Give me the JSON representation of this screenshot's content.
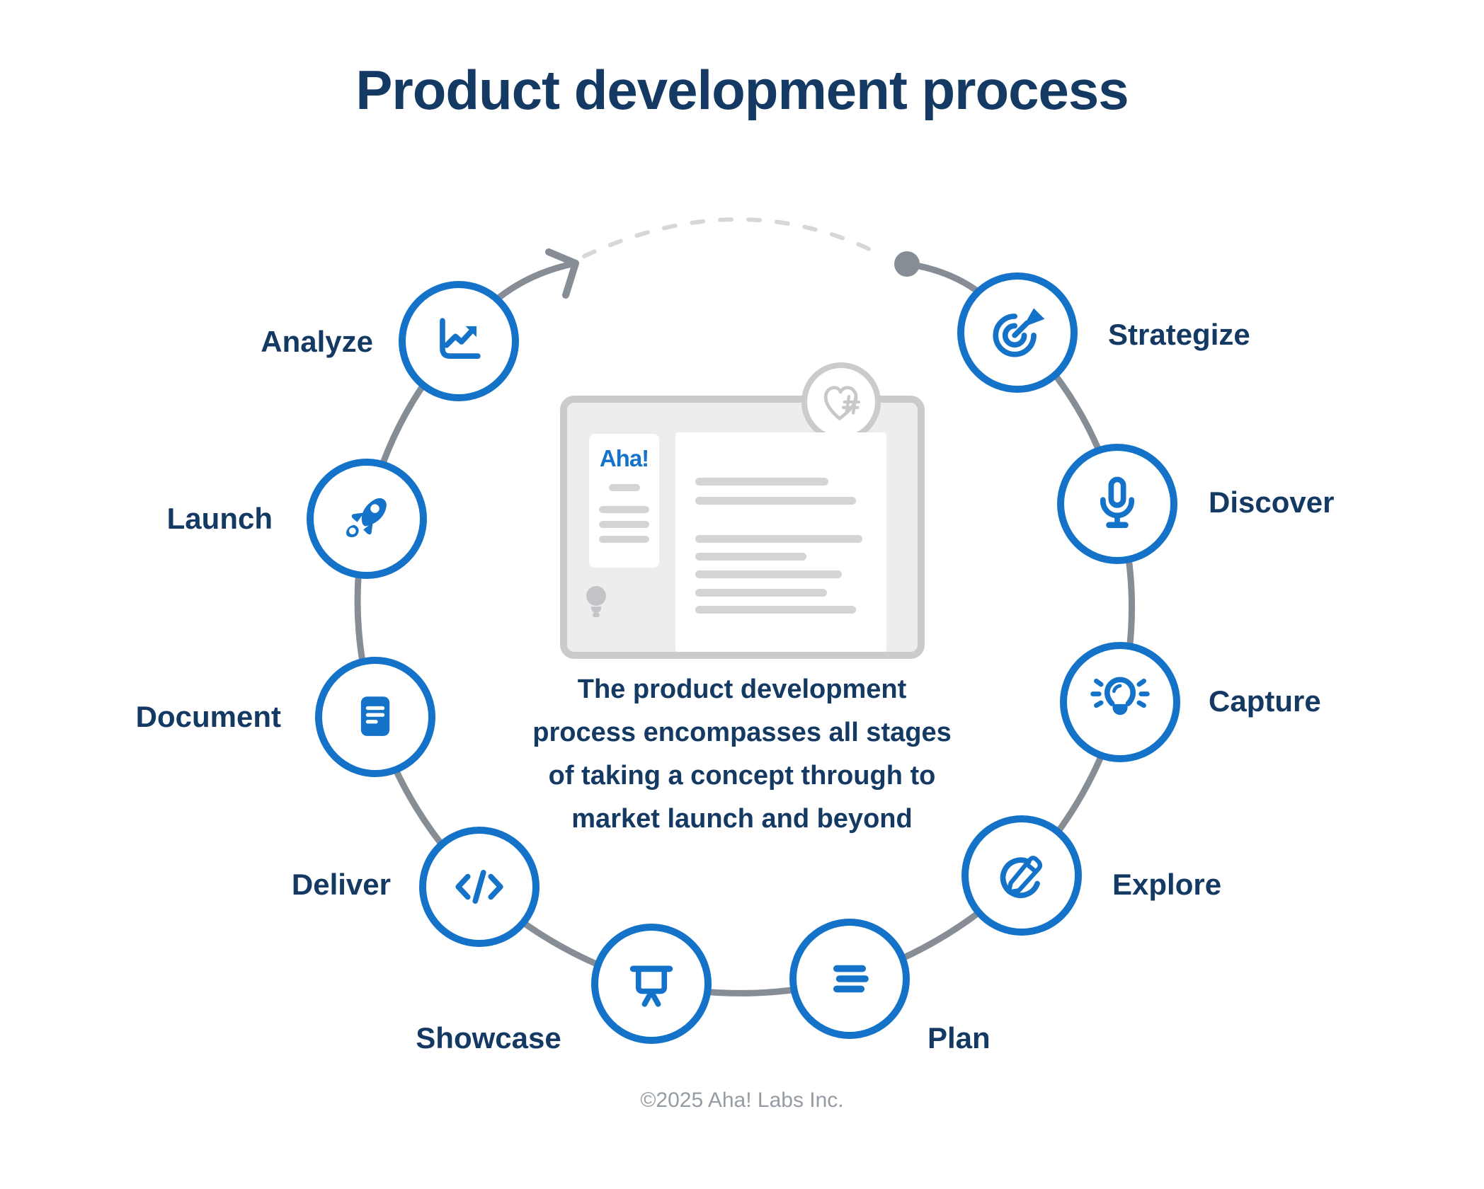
{
  "title": "Product development process",
  "stages": [
    {
      "label": "Strategize",
      "icon": "bullseye-dart-icon"
    },
    {
      "label": "Discover",
      "icon": "microphone-icon"
    },
    {
      "label": "Capture",
      "icon": "lightbulb-rays-icon"
    },
    {
      "label": "Explore",
      "icon": "pencil-circle-icon"
    },
    {
      "label": "Plan",
      "icon": "list-lines-icon"
    },
    {
      "label": "Showcase",
      "icon": "presentation-board-icon"
    },
    {
      "label": "Deliver",
      "icon": "code-icon"
    },
    {
      "label": "Document",
      "icon": "document-icon"
    },
    {
      "label": "Launch",
      "icon": "rocket-icon"
    },
    {
      "label": "Analyze",
      "icon": "chart-line-icon"
    }
  ],
  "center": {
    "logo": "Aha!",
    "lines": [
      "The product development",
      "process encompasses all stages",
      "of taking a concept through to",
      "market launch and beyond"
    ]
  },
  "footer": "©2025 Aha! Labs Inc.",
  "colors": {
    "accent_blue": "#1473c8",
    "navy_text": "#143a64",
    "ring_gray": "#878d94",
    "card_gray": "#c9cbcd"
  }
}
